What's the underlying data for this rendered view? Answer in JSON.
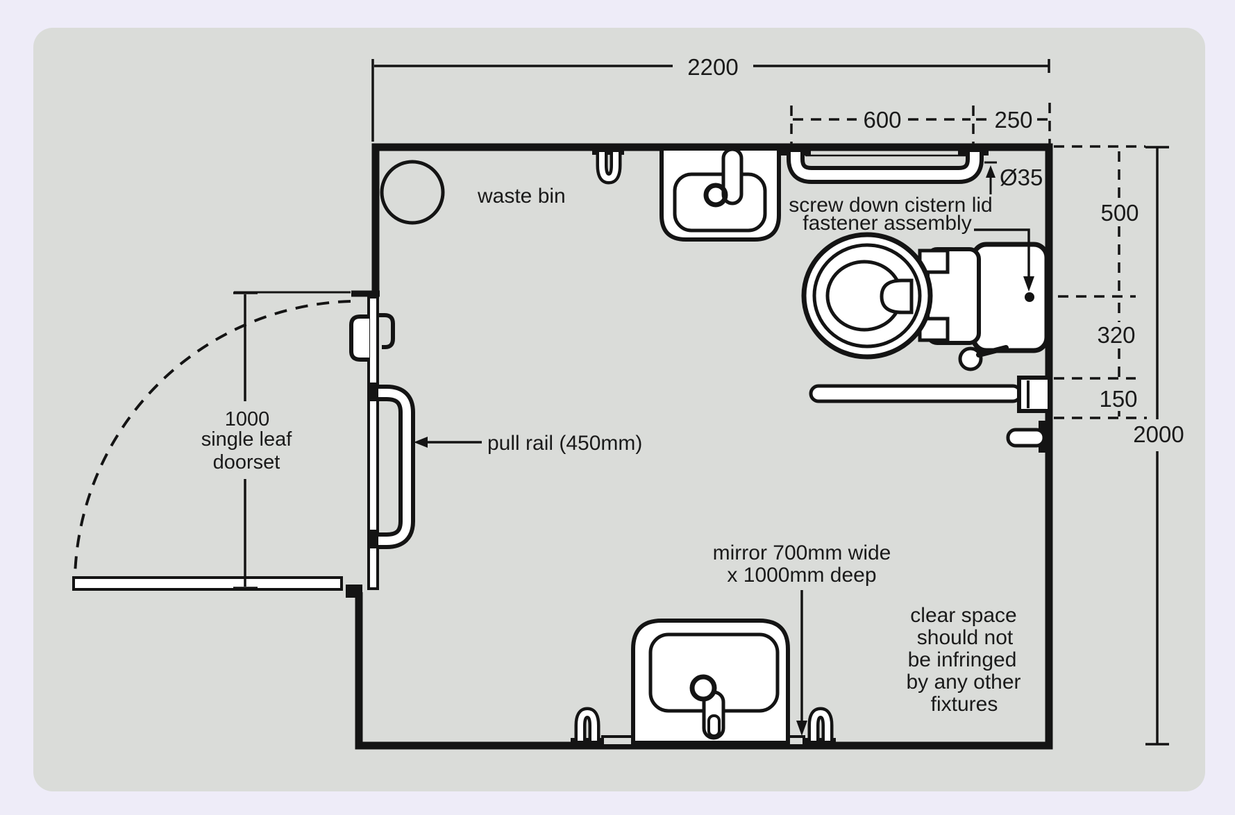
{
  "colors": {
    "page_bg": "#eeecf8",
    "card_bg": "#dadcd9",
    "line": "#141414",
    "fixture_fill": "#ffffff",
    "text": "#1a1a1a"
  },
  "dims": {
    "room_width": "2200",
    "grab_rail_length": "600",
    "grab_rail_to_wall": "250",
    "grab_rail_diameter": "Ø35",
    "wall_to_cistern_centre": "500",
    "cistern_to_drop_rail": "320",
    "drop_rail_to_roll_holder": "150",
    "room_depth": "2000"
  },
  "door": {
    "label_lines": [
      "1000",
      "single leaf",
      "doorset"
    ],
    "pull_rail_label": "pull rail (450mm)"
  },
  "labels": {
    "waste_bin": "waste bin",
    "cistern_note": [
      "screw down cistern lid",
      "fastener assembly"
    ],
    "mirror_note": [
      "mirror 700mm wide",
      "x 1000mm deep"
    ],
    "clear_space": [
      "clear space",
      "should not",
      "be infringed",
      "by any other",
      "fixtures"
    ]
  }
}
